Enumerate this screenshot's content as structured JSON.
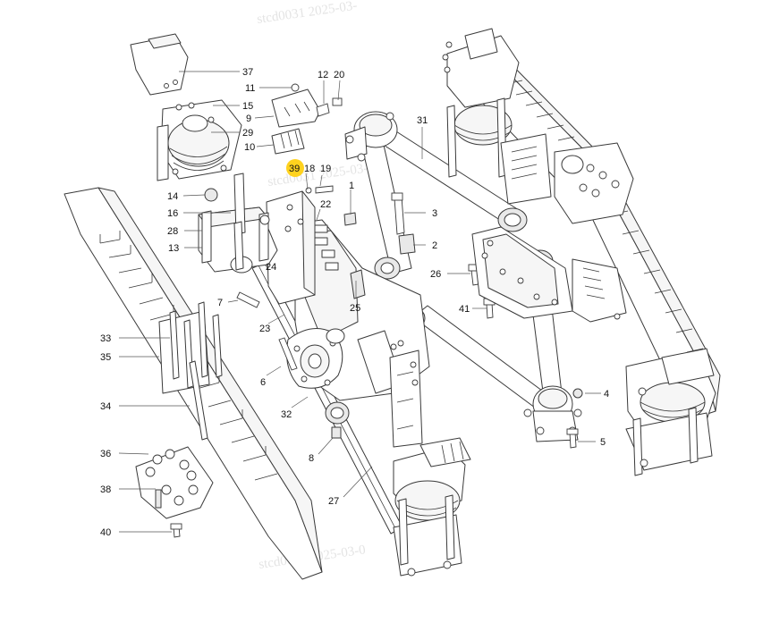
{
  "watermark": {
    "text_top": "stcd0031   2025-03-",
    "text_mid": "stcd0031   2025-03-",
    "text_bottom": "stcd0031   2025-03-0"
  },
  "highlight_color": "#ffd21e",
  "callouts": [
    {
      "id": "37",
      "label": "37",
      "highlighted": false
    },
    {
      "id": "11",
      "label": "11",
      "highlighted": false
    },
    {
      "id": "12",
      "label": "12",
      "highlighted": false
    },
    {
      "id": "20",
      "label": "20",
      "highlighted": false
    },
    {
      "id": "15",
      "label": "15",
      "highlighted": false
    },
    {
      "id": "9",
      "label": "9",
      "highlighted": false
    },
    {
      "id": "29",
      "label": "29",
      "highlighted": false
    },
    {
      "id": "10",
      "label": "10",
      "highlighted": false
    },
    {
      "id": "31",
      "label": "31",
      "highlighted": false
    },
    {
      "id": "39",
      "label": "39",
      "highlighted": true
    },
    {
      "id": "18",
      "label": "18",
      "highlighted": false
    },
    {
      "id": "19",
      "label": "19",
      "highlighted": false
    },
    {
      "id": "14",
      "label": "14",
      "highlighted": false
    },
    {
      "id": "1",
      "label": "1",
      "highlighted": false
    },
    {
      "id": "16",
      "label": "16",
      "highlighted": false
    },
    {
      "id": "22",
      "label": "22",
      "highlighted": false
    },
    {
      "id": "3",
      "label": "3",
      "highlighted": false
    },
    {
      "id": "28",
      "label": "28",
      "highlighted": false
    },
    {
      "id": "2",
      "label": "2",
      "highlighted": false
    },
    {
      "id": "13",
      "label": "13",
      "highlighted": false
    },
    {
      "id": "24",
      "label": "24",
      "highlighted": false
    },
    {
      "id": "26",
      "label": "26",
      "highlighted": false
    },
    {
      "id": "7",
      "label": "7",
      "highlighted": false
    },
    {
      "id": "25",
      "label": "25",
      "highlighted": false
    },
    {
      "id": "41",
      "label": "41",
      "highlighted": false
    },
    {
      "id": "23",
      "label": "23",
      "highlighted": false
    },
    {
      "id": "33",
      "label": "33",
      "highlighted": false
    },
    {
      "id": "35",
      "label": "35",
      "highlighted": false
    },
    {
      "id": "6",
      "label": "6",
      "highlighted": false
    },
    {
      "id": "4",
      "label": "4",
      "highlighted": false
    },
    {
      "id": "34",
      "label": "34",
      "highlighted": false
    },
    {
      "id": "32",
      "label": "32",
      "highlighted": false
    },
    {
      "id": "5",
      "label": "5",
      "highlighted": false
    },
    {
      "id": "8",
      "label": "8",
      "highlighted": false
    },
    {
      "id": "36",
      "label": "36",
      "highlighted": false
    },
    {
      "id": "27",
      "label": "27",
      "highlighted": false
    },
    {
      "id": "38",
      "label": "38",
      "highlighted": false
    },
    {
      "id": "40",
      "label": "40",
      "highlighted": false
    }
  ]
}
